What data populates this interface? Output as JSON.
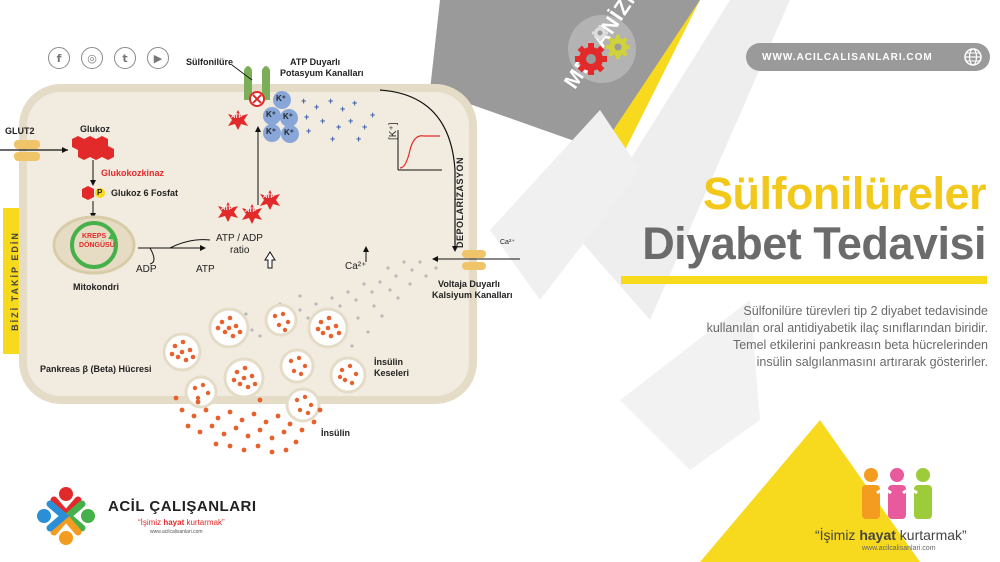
{
  "social": {
    "icons": [
      "facebook-icon",
      "instagram-icon",
      "twitter-icon",
      "youtube-icon"
    ],
    "glyphs": [
      "f",
      "◎",
      "t",
      "▶"
    ]
  },
  "sidebar": {
    "follow_label": "BİZİ TAKİP EDİN"
  },
  "header": {
    "category": "MEKANİZMALAR",
    "website": "WWW.ACILCALISANLARI.COM"
  },
  "article": {
    "title_line1": "Sülfonilüreler",
    "title_line2": "Diyabet Tedavisi",
    "description": "Sülfonilüre türevleri tip 2 diyabet tedavisinde kullanılan oral antidiyabetik ilaç sınıflarından biridir. Temel etkilerini pankreasın beta hücrelerinden insülin salgılanmasını artırarak gösterirler."
  },
  "diagram": {
    "glut2": "GLUT2",
    "glukoz": "Glukoz",
    "glukokinaz": "Glukokozkinaz",
    "p": "P",
    "g6p": "Glukoz 6 Fosfat",
    "krebs1": "KREPS",
    "krebs2": "DÖNGÜSÜ",
    "mitokondri": "Mitokondri",
    "adp": "ADP",
    "atp": "ATP",
    "atp_adp1": "ATP / ADP",
    "atp_adp2": "ratio",
    "atp_badge": "ATP",
    "sulfonilure": "Sülfonilüre",
    "katp1": "ATP Duyarlı",
    "katp2": "Potasyum Kanalları",
    "kplus": "K⁺",
    "kconc": "[K⁺]",
    "depol": "DEPOLARİZASYON",
    "ca": "Ca²⁺",
    "ca_small": "Ca²⁺",
    "vgcc1": "Voltaja Duyarlı",
    "vgcc2": "Kalsiyum Kanalları",
    "cell": "Pankreas  β (Beta) Hücresi",
    "vesicles1": "İnsülin",
    "vesicles2": "Keseleri",
    "insulin": "İnsülin"
  },
  "brand": {
    "name": "ACİL ÇALIŞANLARI",
    "slogan_pre": "“İşimiz ",
    "slogan_bold": "hayat",
    "slogan_post": " kurtarmak”",
    "url": "www.acilcalisanlari.com"
  },
  "colors": {
    "accent_yellow": "#f7d91e",
    "panel_gray": "#9a9a9a",
    "title_yellow": "#f2c81a",
    "title_gray": "#6b6b6b",
    "diagram_red": "#e32a2a",
    "insulin_orange": "#e8602c"
  }
}
